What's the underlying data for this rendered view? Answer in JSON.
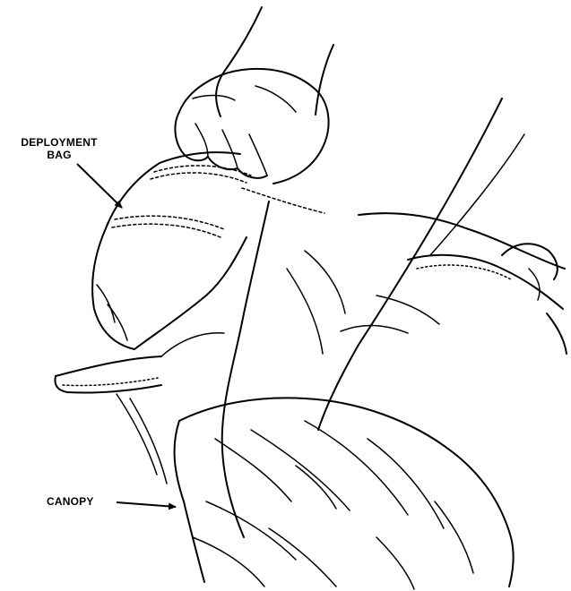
{
  "labels": {
    "deployment_bag_line1": "DEPLOYMENT",
    "deployment_bag_line2": "BAG",
    "canopy": "CANOPY"
  },
  "colors": {
    "ink": "#000000",
    "paper": "#ffffff"
  }
}
